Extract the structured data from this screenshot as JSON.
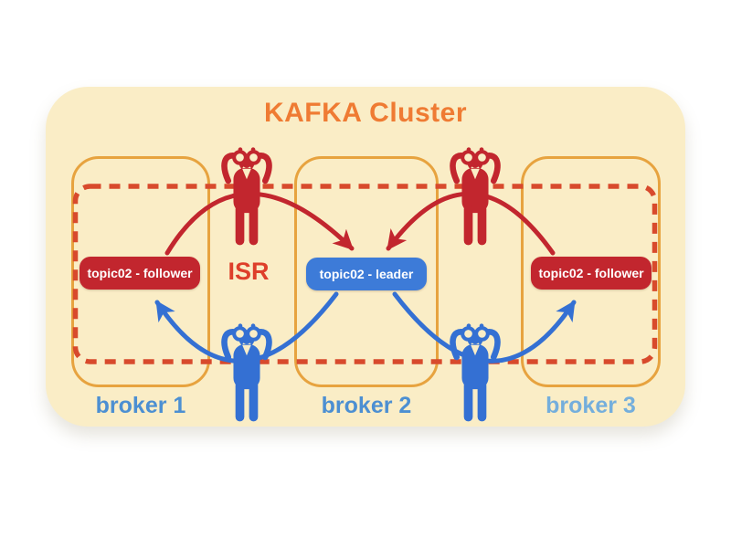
{
  "cluster": {
    "title": "KAFKA Cluster",
    "background": "#FAEDC6",
    "title_color": "#EF7B33",
    "broker_border_color": "#E7A33F"
  },
  "isr": {
    "label": "ISR",
    "color": "#DE3F2A",
    "boundary_color": "#D84A2C",
    "boundary_style": "dashed"
  },
  "brokers": [
    {
      "label": "broker 1",
      "partition": {
        "label": "topic02 - follower",
        "role": "follower",
        "color": "#C2262E"
      }
    },
    {
      "label": "broker 2",
      "partition": {
        "label": "topic02 - leader",
        "role": "leader",
        "color": "#3D7BD8"
      }
    },
    {
      "label": "broker 3",
      "partition": {
        "label": "topic02 - follower",
        "role": "follower",
        "color": "#C2262E"
      }
    }
  ],
  "watchers": [
    {
      "icon": "binoculars-person-icon",
      "color": "#C2262E",
      "position": "top-between-broker1-broker2"
    },
    {
      "icon": "binoculars-person-icon",
      "color": "#C2262E",
      "position": "top-between-broker2-broker3"
    },
    {
      "icon": "binoculars-person-icon",
      "color": "#3470D3",
      "position": "bottom-between-broker1-broker2"
    },
    {
      "icon": "binoculars-person-icon",
      "color": "#3470D3",
      "position": "bottom-between-broker2-broker3"
    }
  ],
  "arrows": {
    "red_color": "#C2262E",
    "blue_color": "#3470D3"
  },
  "colors": {
    "broker_label_blue": "#4C8FD2",
    "broker3_label_blue": "#74AEDC",
    "page_background": "#FFFFFF"
  }
}
